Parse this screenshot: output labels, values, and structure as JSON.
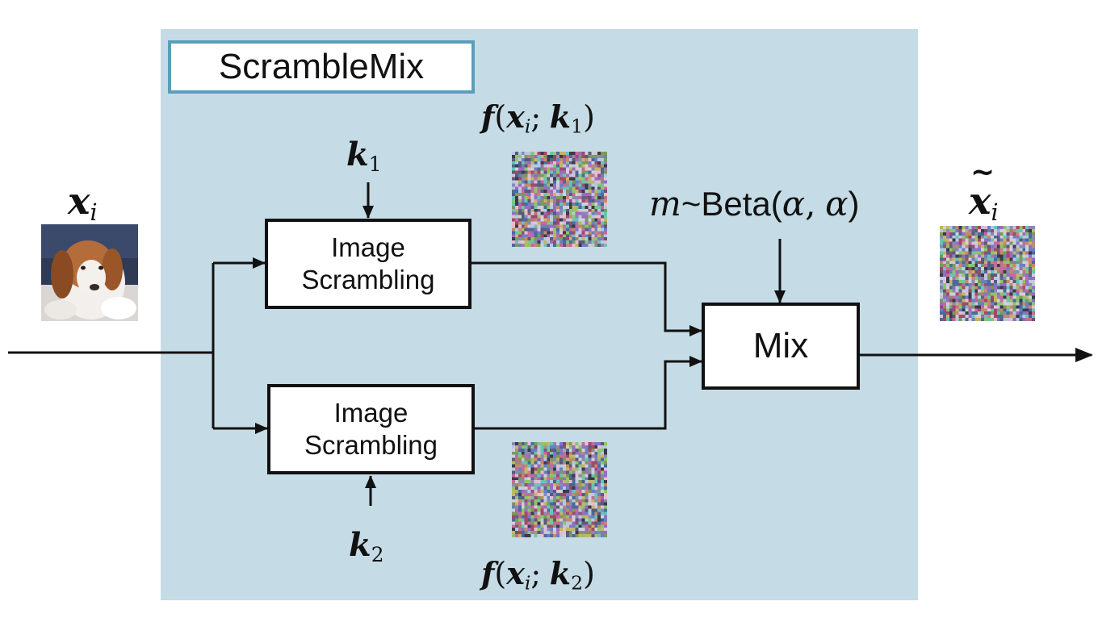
{
  "diagram": {
    "title": "ScrambleMix",
    "input": {
      "var": "x",
      "sub": "i"
    },
    "output": {
      "var": "x",
      "sub": "i",
      "accent": "~"
    },
    "keys": [
      {
        "var": "k",
        "sub": "1"
      },
      {
        "var": "k",
        "sub": "2"
      }
    ],
    "blocks": [
      {
        "line1": "Image",
        "line2": "Scrambling"
      },
      {
        "line1": "Image",
        "line2": "Scrambling"
      }
    ],
    "scrambled_labels": [
      {
        "func": "f",
        "open": "(",
        "x": "x",
        "xsub": "i",
        "sep": ";",
        "k": "k",
        "ksub": "1",
        "close": ")"
      },
      {
        "func": "f",
        "open": "(",
        "x": "x",
        "xsub": "i",
        "sep": ";",
        "k": "k",
        "ksub": "2",
        "close": ")"
      }
    ],
    "mix": {
      "label": "Mix",
      "m": "m",
      "tilde": "~",
      "dist": "Beta",
      "open": "(",
      "alpha1": "α",
      "comma": ",",
      "alpha2": "α",
      "close": ")"
    }
  },
  "colors": {
    "panel": "#c5dbe5",
    "title_border": "#5a9ebb",
    "line": "#111111"
  }
}
